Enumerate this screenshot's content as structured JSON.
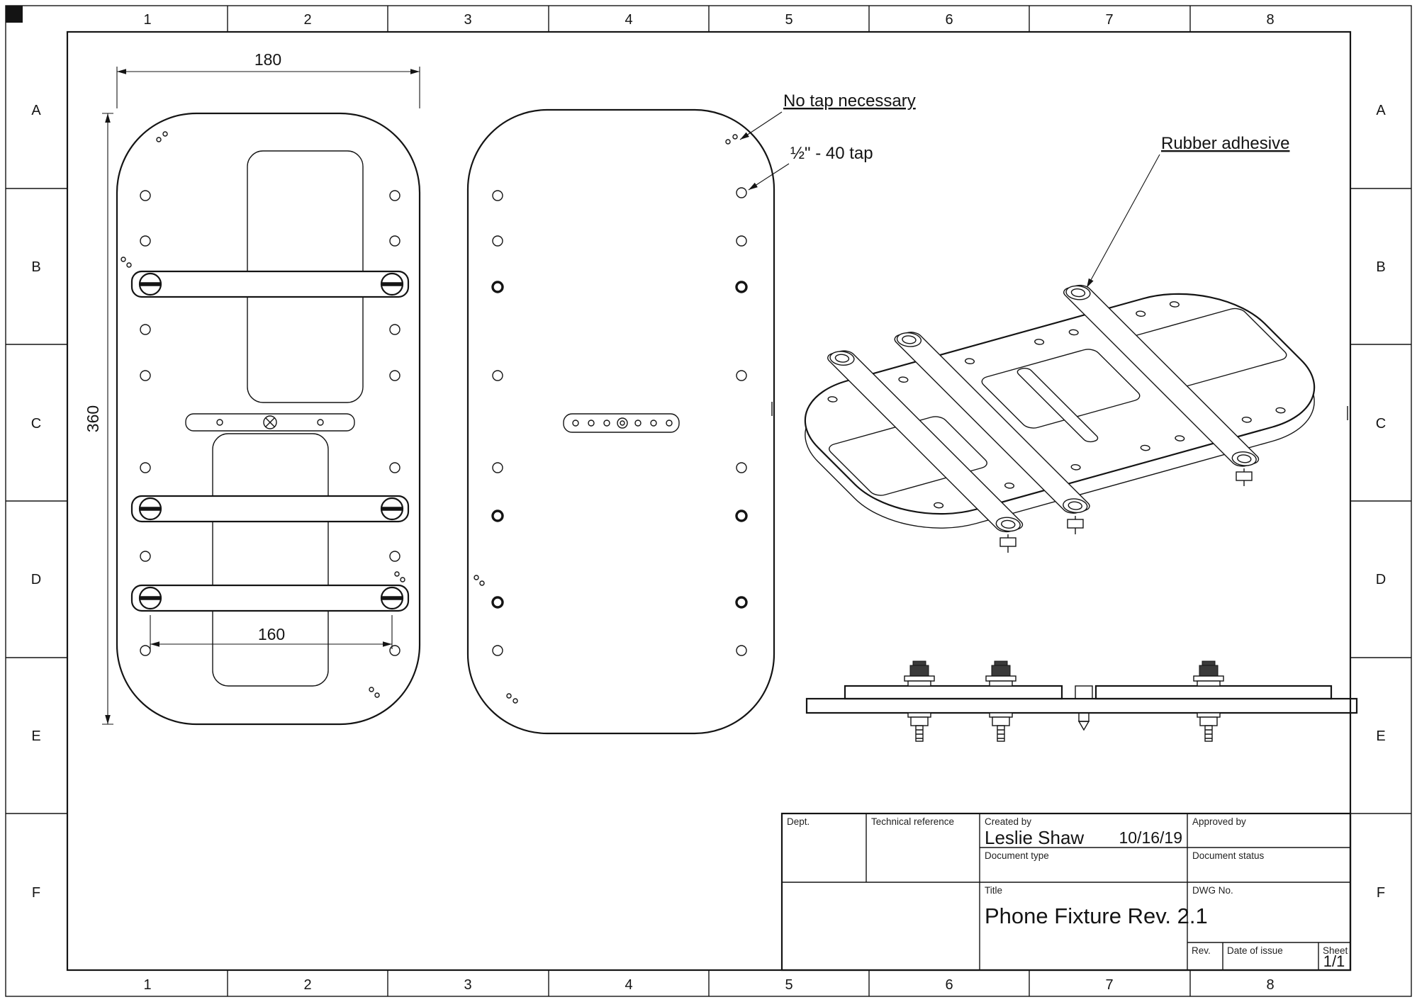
{
  "grid": {
    "cols": [
      "1",
      "2",
      "3",
      "4",
      "5",
      "6",
      "7",
      "8"
    ],
    "rows": [
      "A",
      "B",
      "C",
      "D",
      "E",
      "F"
    ]
  },
  "front_view": {
    "dim_width": "180",
    "dim_height": "360",
    "dim_holes": "160"
  },
  "annotations": {
    "no_tap": "No tap necessary",
    "tap": "½\" - 40 tap",
    "rubber": "Rubber adhesive"
  },
  "title_block": {
    "dept_label": "Dept.",
    "tech_ref_label": "Technical reference",
    "created_by_label": "Created by",
    "created_by_value": "Leslie Shaw",
    "created_date": "10/16/19",
    "approved_by_label": "Approved by",
    "doc_type_label": "Document type",
    "doc_status_label": "Document status",
    "title_label": "Title",
    "title_value": "Phone Fixture Rev. 2.1",
    "dwg_no_label": "DWG No.",
    "rev_label": "Rev.",
    "date_of_issue_label": "Date of issue",
    "sheet_label": "Sheet",
    "sheet_value": "1/1"
  }
}
